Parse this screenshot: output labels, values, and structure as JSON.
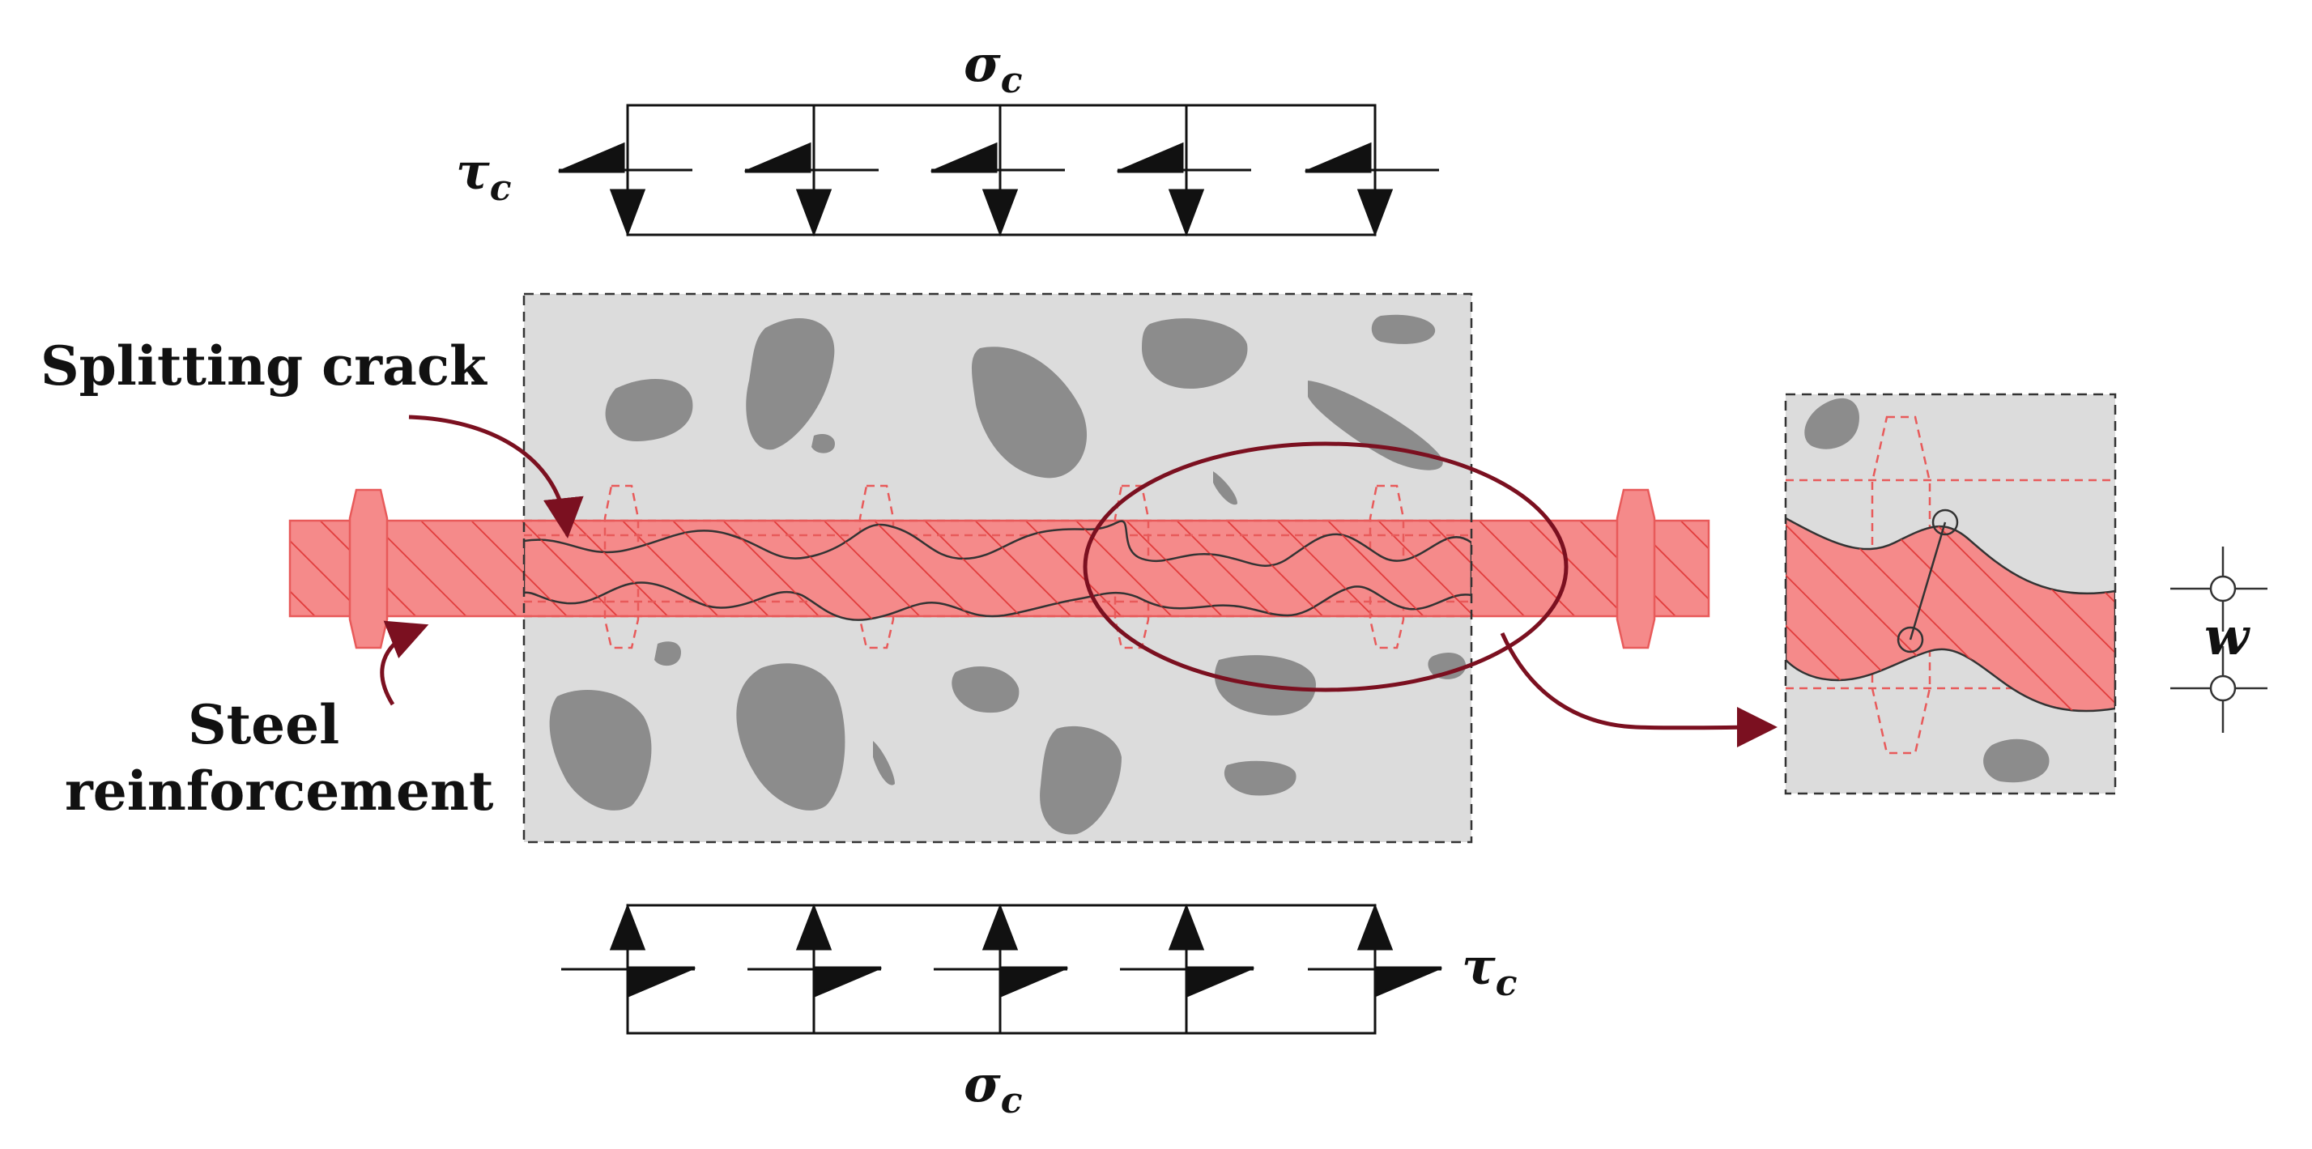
{
  "labels": {
    "sigma_top": "σ",
    "sigma_sub_top": "c",
    "tau_top": "τ",
    "tau_sub_top": "c",
    "sigma_bottom": "σ",
    "sigma_sub_bottom": "c",
    "tau_bottom": "τ",
    "tau_sub_bottom": "c",
    "splitting_crack": "Splitting crack",
    "steel_line1": "Steel",
    "steel_line2": "reinforcement",
    "crack_width": "w"
  },
  "colors": {
    "concrete": "#dcdcdc",
    "aggregate": "#8c8c8c",
    "steel_fill": "#f58a8a",
    "steel_hatch": "#e03a3a",
    "steel_outline": "#e85a5a",
    "arrow_dark_red": "#7b1020",
    "ink": "#111111"
  }
}
